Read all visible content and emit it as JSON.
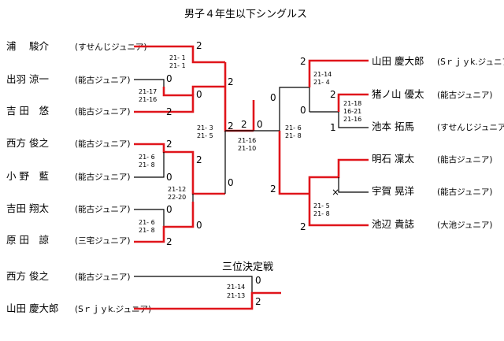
{
  "title": "男子４年生以下シングルス",
  "left_players": [
    {
      "name": "浦　 駿介",
      "club": "(すせんじジュニア)"
    },
    {
      "name": "出羽 涼一",
      "club": "(能古ジュニア)"
    },
    {
      "name": "吉 田　悠",
      "club": "(能古ジュニア)"
    },
    {
      "name": "西方 俊之",
      "club": "(能古ジュニア)"
    },
    {
      "name": "小 野　藍",
      "club": "(能古ジュニア)"
    },
    {
      "name": "吉田 翔太",
      "club": "(能古ジュニア)"
    },
    {
      "name": "原 田　諒",
      "club": "(三宅ジュニア)"
    }
  ],
  "right_players": [
    {
      "name": "山田 慶大郎",
      "club": "(Sｒｊｙk.ジュニア)"
    },
    {
      "name": "猪ノ山 優太",
      "club": "(能古ジュニア)"
    },
    {
      "name": "池本 拓馬",
      "club": "(すせんじジュニア)"
    },
    {
      "name": "明石 凜太",
      "club": "(能古ジュニア)"
    },
    {
      "name": "宇賀 晃洋",
      "club": "(能古ジュニア)"
    },
    {
      "name": "池辺 貴誌",
      "club": "(大池ジュニア)"
    }
  ],
  "left_scores": {
    "r1_top": "2",
    "r1_top_sets": [
      "21- 1",
      "21- 1"
    ],
    "r1_bot_top": "0",
    "r1_bot_bottom": "2",
    "r1_bot_sets": [
      "21-17",
      "21-16"
    ],
    "r1_low_top": "0",
    "r2a_top": "2",
    "r2a_bot": "2",
    "r2a_sets": [
      "21- 3",
      "21- 5"
    ],
    "m3_top": "2",
    "m3_bot": "0",
    "m3_sets": [
      "21- 6",
      "21- 8"
    ],
    "m4_top": "0",
    "m4_bot": "2",
    "m4_sets": [
      "21- 6",
      "21- 8"
    ],
    "r2b_top": "2",
    "r2b_bot": "0",
    "r2b_sets": [
      "21-12",
      "22-20"
    ]
  },
  "final": {
    "left": "2",
    "right": "0",
    "sets": [
      "21-16",
      "21-10"
    ]
  },
  "right_scores": {
    "semi_top": "0",
    "semi_bot": "2",
    "semi_sets": [
      "21- 6",
      "21- 8"
    ],
    "r1_top_top": "2",
    "r1_top_bot": "0",
    "r1_top_sets": [
      "21-14",
      "21- 4"
    ],
    "r1_sub_top": "2",
    "r1_sub_bot": "1",
    "r1_sub_sets": [
      "21-18",
      "16-21",
      "21-16"
    ],
    "r1_bot_bot": "2",
    "r1_bot_sets": [
      "21- 5",
      "21- 8"
    ],
    "withdraw_mark": "×"
  },
  "third_place": {
    "label": "三位決定戦",
    "players": [
      {
        "name": "西方 俊之",
        "club": "(能古ジュニア)"
      },
      {
        "name": "山田 慶大郎",
        "club": "(Sｒｊｙk.ジュニア)"
      }
    ],
    "top_score": "0",
    "bot_score": "2",
    "sets": [
      "21-14",
      "21-13"
    ]
  },
  "colors": {
    "winner_line": "#e0151b",
    "line": "#000000"
  }
}
